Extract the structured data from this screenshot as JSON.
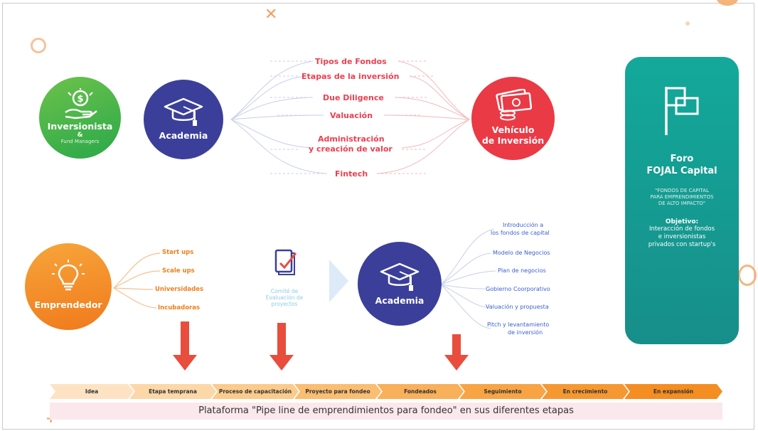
{
  "top_row": {
    "investor": {
      "title": "Inversionista",
      "amp": "&",
      "subtitle": "Fund Managers"
    },
    "academy": {
      "title": "Academia"
    },
    "topics": [
      "Tipos de Fondos",
      "Etapas de la inversión",
      "Due Diligence",
      "Valuación",
      "Administración",
      "y creación de valor",
      "Fintech"
    ],
    "vehicle": {
      "line1": "Vehículo",
      "line2": "de Inversión"
    }
  },
  "bottom_row": {
    "entrepreneur": {
      "title": "Emprendedor"
    },
    "stages": [
      "Start ups",
      "Scale ups",
      "Universidades",
      "Incubadoras"
    ],
    "committee": {
      "line1": "Comité de",
      "line2": "Evaluación de",
      "line3": "proyectos"
    },
    "academy": {
      "title": "Academia"
    },
    "topics": [
      "Introducción a",
      "los fondos de capital",
      "Modelo de Negocios",
      "Plan de negocios",
      "Gobierno Coorporativo",
      "Valuación y propuesta",
      "Pitch y levantamiento",
      "de inversión"
    ]
  },
  "foro": {
    "line1": "Foro",
    "line2": "FOJAL Capital",
    "tag1": "\"FONDOS DE CAPITAL",
    "tag2": "PARA EMPRENDIMIENTOS",
    "tag3": "DE ALTO IMPACTO\"",
    "objective_label": "Objetivo:",
    "obj1": "Interacción de fondos",
    "obj2": "e inversionistas",
    "obj3": "privados con startup's"
  },
  "pipeline": {
    "stages": [
      "Idea",
      "Etapa temprana",
      "Proceso de capacitación",
      "Proyecto para fondeo",
      "Fondeados",
      "Seguimiento",
      "En crecimiento",
      "En expansión"
    ],
    "caption": "Plataforma \"Pipe line de emprendimientos para fondeo\" en sus diferentes etapas"
  },
  "colors": {
    "topic_red": "#ec3f4f",
    "stage_orange": "#f07f1c",
    "academy_blue": "#3b3f9a",
    "vehicle_red": "#ea3a45",
    "foro_teal": "#13a99a",
    "investor_green": "#57b847"
  }
}
